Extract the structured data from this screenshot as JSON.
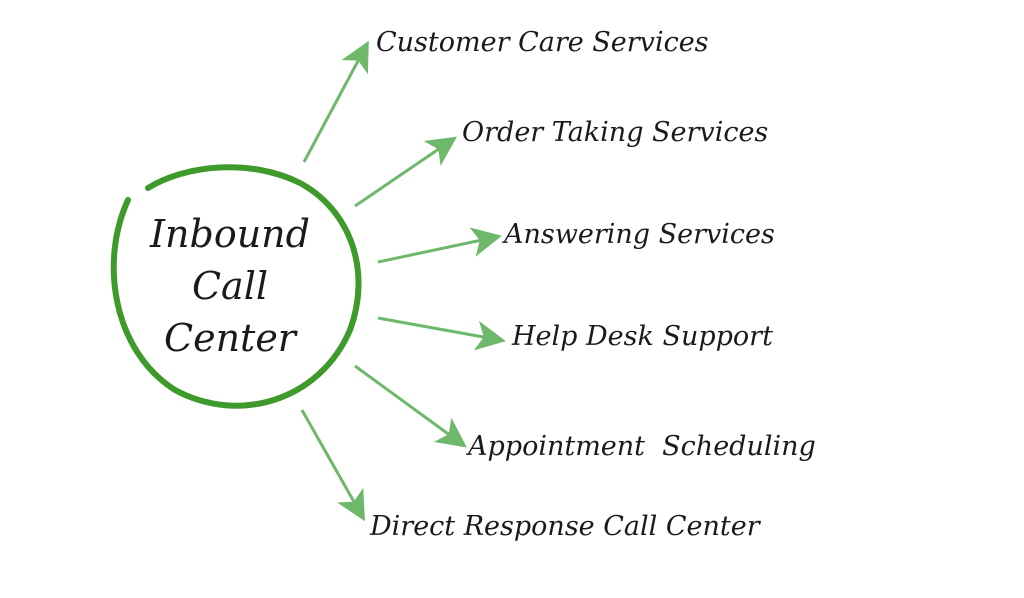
{
  "center": {
    "lines": [
      "Inbound",
      "Call",
      "Center"
    ]
  },
  "items": [
    {
      "label": "Customer Care Services"
    },
    {
      "label": "Order Taking Services"
    },
    {
      "label": "Answering Services"
    },
    {
      "label": "Help Desk Support"
    },
    {
      "label": "Appointment  Scheduling"
    },
    {
      "label": "Direct Response Call Center"
    }
  ],
  "colors": {
    "circle": "#3e9a2a",
    "arrow": "#6db86a",
    "text": "#1a1a1a",
    "background": "#ffffff"
  }
}
